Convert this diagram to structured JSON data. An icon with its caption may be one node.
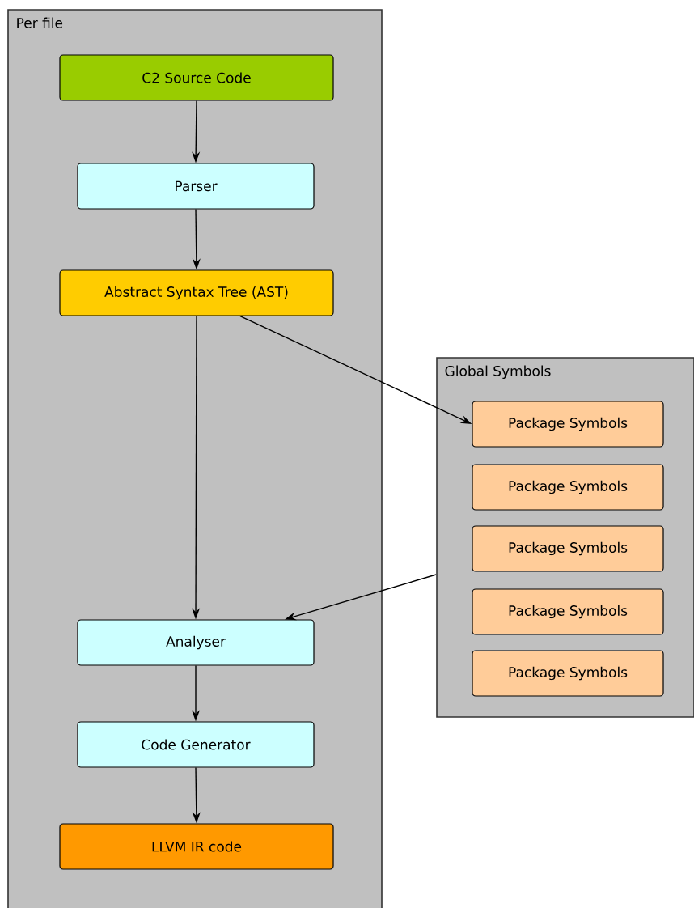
{
  "diagram": {
    "nodes": [
      {
        "text": [
          "Per file"
        ]
      },
      {
        "text": [
          "C2 Source Code"
        ],
        "in": 0
      },
      {
        "text": [
          "Parser"
        ],
        "in": 0
      },
      {
        "text": [
          "Abstract Syntax Tree (AST)"
        ],
        "in": 0
      },
      {
        "text": [
          "Analyser"
        ],
        "in": 0
      },
      {
        "text": [
          "Code Generator"
        ],
        "in": 0
      },
      {
        "text": [
          "LLVM IR code"
        ],
        "in": 0
      },
      {
        "text": [
          "Global Symbols"
        ]
      },
      {
        "text": [
          "Package Symbols"
        ],
        "in": 7
      },
      {
        "text": [
          "Package Symbols"
        ],
        "in": 7
      },
      {
        "text": [
          "Package Symbols"
        ],
        "in": 7
      },
      {
        "text": [
          "Package Symbols"
        ],
        "in": 7
      },
      {
        "text": [
          "Package Symbols"
        ],
        "in": 7
      }
    ],
    "edges": [
      {
        "from": 1,
        "to": 2,
        "arrow": "to"
      },
      {
        "from": 2,
        "to": 3,
        "arrow": "to"
      },
      {
        "from": 3,
        "to": 4,
        "arrow": "to"
      },
      {
        "from": 3,
        "to": 8,
        "arrow": "to"
      },
      {
        "from": 7,
        "to": 4,
        "arrow": "to"
      },
      {
        "from": 4,
        "to": 5,
        "arrow": "to"
      },
      {
        "from": 5,
        "to": 6,
        "arrow": "to"
      }
    ]
  }
}
